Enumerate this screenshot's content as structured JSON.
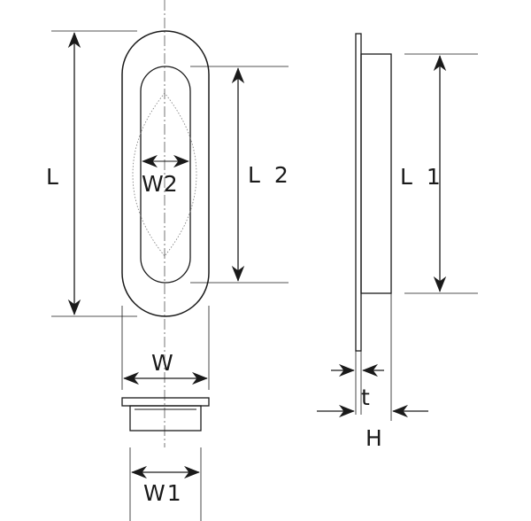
{
  "labels": {
    "L": "L",
    "L2": "L 2",
    "L1": "L 1",
    "W2": "W2",
    "W": "W",
    "W1": "W1",
    "t": "t",
    "H": "H"
  },
  "colors": {
    "line": "#1a1a1a",
    "background": "#ffffff"
  }
}
